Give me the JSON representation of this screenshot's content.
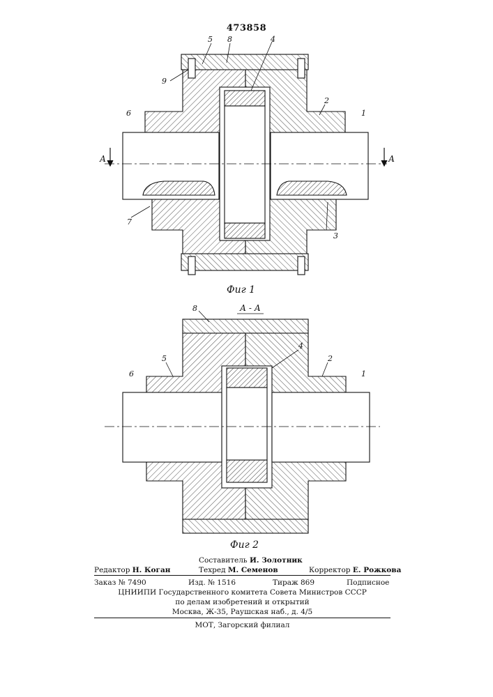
{
  "header": {
    "patent_number": "473858"
  },
  "figures": {
    "fig1_caption": "Фиг 1",
    "fig2_caption": "Фиг 2",
    "section_label": "А - А",
    "section_arrow_left": "А",
    "section_arrow_right": "А",
    "fig1_labels": [
      "5",
      "8",
      "4",
      "9",
      "2",
      "6",
      "1",
      "7",
      "3"
    ],
    "fig2_labels": [
      "8",
      "4",
      "5",
      "2",
      "6",
      "1"
    ]
  },
  "footer": {
    "compiler_label": "Составитель",
    "compiler_name": "И. Золотник",
    "editor_label": "Редактор",
    "editor_name": "Н. Коган",
    "tech_label": "Техред",
    "tech_name": "М. Семенов",
    "corrector_label": "Корректор",
    "corrector_name": "Е. Рожкова",
    "order": "Заказ № 7490",
    "edition": "Изд. № 1516",
    "circulation": "Тираж 869",
    "subscription": "Подписное",
    "org_line1": "ЦНИИПИ Государственного комитета Совета Министров СССР",
    "org_line2": "по делам изобретений и открытий",
    "org_line3": "Москва, Ж-35, Раушская наб., д. 4/5",
    "printer": "МОТ, Загорский филиал"
  }
}
